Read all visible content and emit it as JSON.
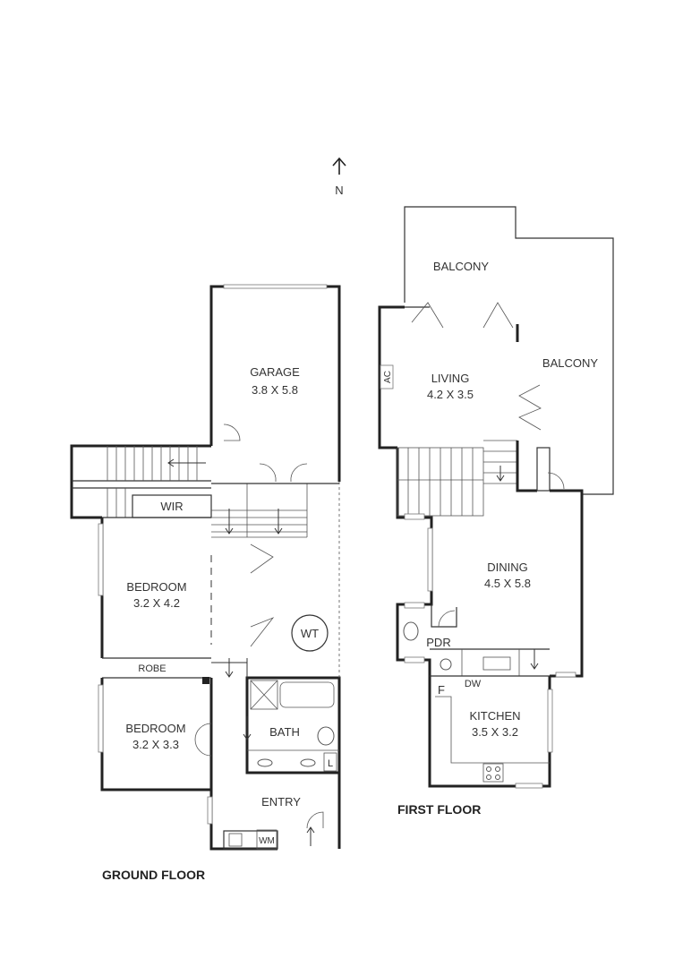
{
  "compass": {
    "label": "N"
  },
  "ground_floor": {
    "title": "GROUND FLOOR",
    "rooms": {
      "garage": {
        "name": "GARAGE",
        "size": "3.8 X 5.8"
      },
      "wir": {
        "name": "WIR"
      },
      "bedroom1": {
        "name": "BEDROOM",
        "size": "3.2 X 4.2"
      },
      "robe": {
        "name": "ROBE"
      },
      "bedroom2": {
        "name": "BEDROOM",
        "size": "3.2 X 3.3"
      },
      "wt": {
        "name": "WT"
      },
      "bath": {
        "name": "BATH"
      },
      "laundry": {
        "name": "L"
      },
      "entry": {
        "name": "ENTRY"
      },
      "wm": {
        "name": "WM"
      }
    }
  },
  "first_floor": {
    "title": "FIRST FLOOR",
    "rooms": {
      "balcony1": {
        "name": "BALCONY"
      },
      "balcony2": {
        "name": "BALCONY"
      },
      "ac": {
        "name": "AC"
      },
      "living": {
        "name": "LIVING",
        "size": "4.2 X 3.5"
      },
      "dining": {
        "name": "DINING",
        "size": "4.5 X 5.8"
      },
      "pdr": {
        "name": "PDR"
      },
      "dw": {
        "name": "DW"
      },
      "fridge": {
        "name": "F"
      },
      "kitchen": {
        "name": "KITCHEN",
        "size": "3.5 X 3.2"
      }
    }
  }
}
